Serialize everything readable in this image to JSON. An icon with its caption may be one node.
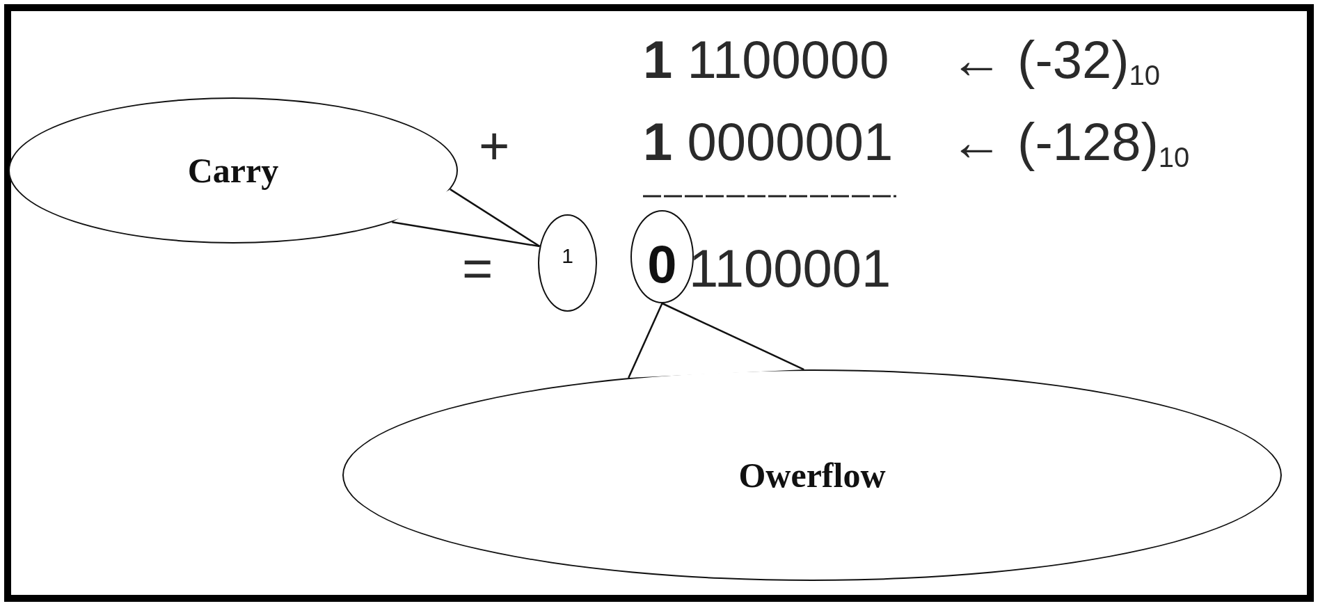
{
  "diagram": {
    "nodes": [
      {
        "text": [
          "Carry"
        ]
      },
      {
        "text": [
          "1"
        ]
      },
      {
        "text": [
          "0"
        ]
      },
      {
        "text": [
          "Owerflow"
        ]
      }
    ],
    "edges": [
      {
        "from": 0,
        "to": 1,
        "arrow": "none"
      },
      {
        "from": 3,
        "to": 2,
        "arrow": "none"
      }
    ],
    "labels": [
      "**1** 1100000",
      "← (-32)$_{10}$",
      "+",
      "**1** 0000001",
      "← (-128)$_{10}$",
      "=",
      "1100001"
    ]
  }
}
